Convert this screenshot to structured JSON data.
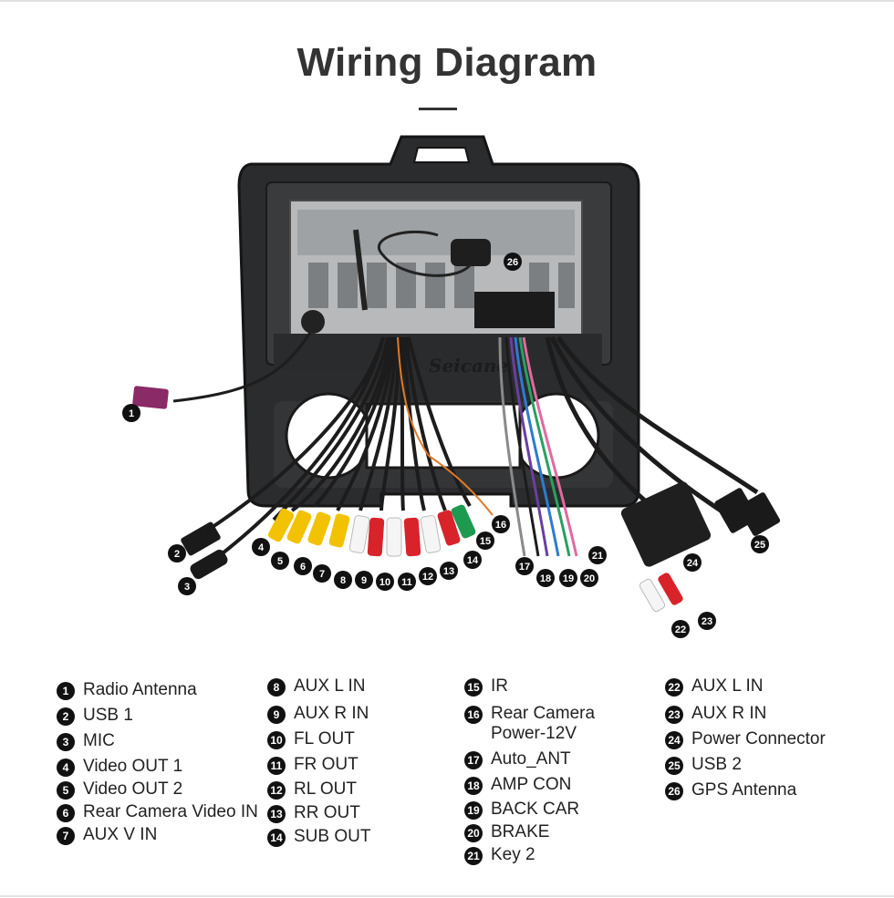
{
  "title": "Wiring Diagram",
  "diagram": {
    "watermark": "Seicane",
    "callouts": [
      "1",
      "2",
      "3",
      "4",
      "5",
      "6",
      "7",
      "8",
      "9",
      "10",
      "11",
      "12",
      "13",
      "14",
      "15",
      "16",
      "17",
      "18",
      "19",
      "20",
      "21",
      "22",
      "23",
      "24",
      "25",
      "26"
    ]
  },
  "legend": {
    "columns": [
      [
        {
          "num": "1",
          "label": "Radio Antenna"
        },
        {
          "num": "2",
          "label": "USB 1"
        },
        {
          "num": "3",
          "label": "MIC"
        },
        {
          "num": "4",
          "label": "Video OUT 1"
        },
        {
          "num": "5",
          "label": "Video OUT 2"
        },
        {
          "num": "6",
          "label": "Rear Camera Video IN"
        },
        {
          "num": "7",
          "label": "AUX V IN"
        }
      ],
      [
        {
          "num": "8",
          "label": "AUX L IN"
        },
        {
          "num": "9",
          "label": "AUX R IN"
        },
        {
          "num": "10",
          "label": "FL OUT"
        },
        {
          "num": "11",
          "label": "FR OUT"
        },
        {
          "num": "12",
          "label": "RL OUT"
        },
        {
          "num": "13",
          "label": "RR OUT"
        },
        {
          "num": "14",
          "label": "SUB OUT"
        }
      ],
      [
        {
          "num": "15",
          "label": "IR"
        },
        {
          "num": "16",
          "label": "Rear Camera\nPower-12V"
        },
        {
          "num": "17",
          "label": "Auto_ANT"
        },
        {
          "num": "18",
          "label": "AMP CON"
        },
        {
          "num": "19",
          "label": "BACK CAR"
        },
        {
          "num": "20",
          "label": "BRAKE"
        },
        {
          "num": "21",
          "label": "Key 2"
        }
      ],
      [
        {
          "num": "22",
          "label": "AUX L IN"
        },
        {
          "num": "23",
          "label": "AUX R IN"
        },
        {
          "num": "24",
          "label": "Power Connector"
        },
        {
          "num": "25",
          "label": "USB 2"
        },
        {
          "num": "26",
          "label": "GPS Antenna"
        }
      ]
    ]
  }
}
